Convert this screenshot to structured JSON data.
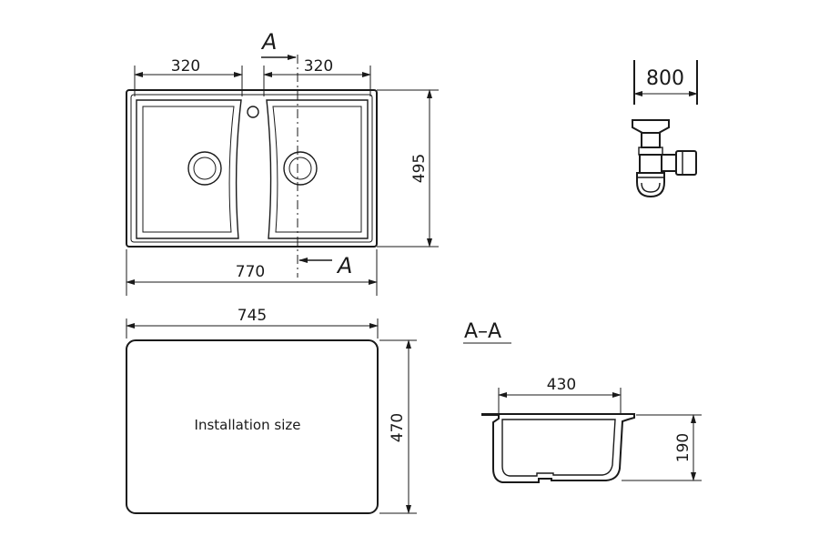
{
  "top_view": {
    "dim_left_bowl": "320",
    "dim_right_bowl": "320",
    "dim_total_width": "770",
    "dim_height": "495",
    "section_mark_top": "A",
    "section_mark_bottom": "A"
  },
  "cabinet": {
    "dim_cabinet_width": "800"
  },
  "installation": {
    "dim_width": "745",
    "dim_height": "470",
    "label": "Installation size"
  },
  "section": {
    "title": "A–A",
    "dim_width": "430",
    "dim_depth": "190"
  },
  "colors": {
    "line": "#1a1a1a",
    "background": "#ffffff"
  }
}
